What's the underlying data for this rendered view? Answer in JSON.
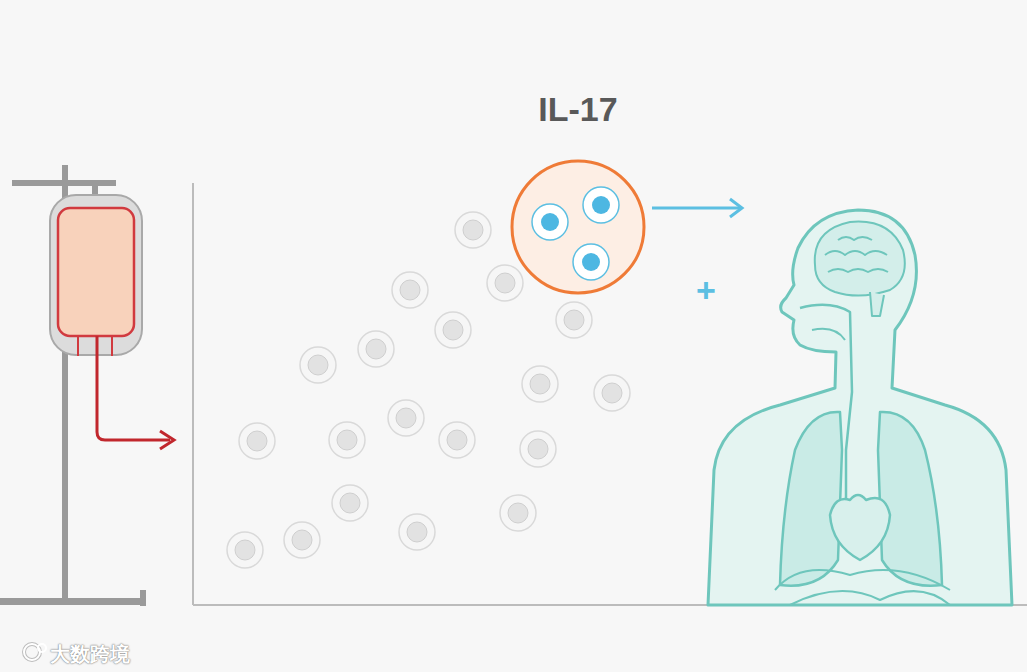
{
  "diagram": {
    "nodes": [
      {
        "text": [
          "IL-17"
        ]
      }
    ],
    "edges": [],
    "labels": [
      "+",
      "大数跨境"
    ]
  }
}
